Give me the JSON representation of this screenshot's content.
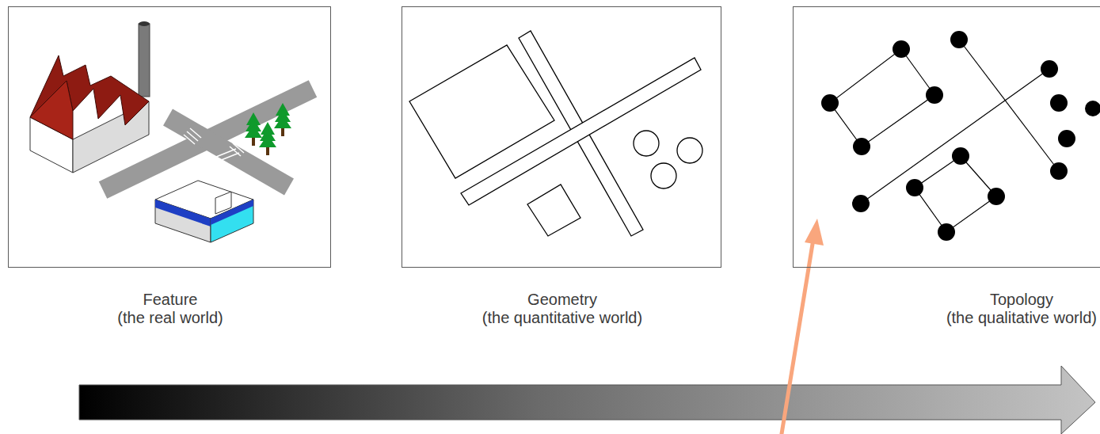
{
  "diagram": {
    "nodes": [
      {
        "text": [
          "Feature",
          "(the real world)"
        ]
      },
      {
        "text": [
          "Geometry",
          "(the quantitative world)"
        ]
      },
      {
        "text": [
          "Topology",
          "(the qualitative world)"
        ]
      }
    ]
  }
}
